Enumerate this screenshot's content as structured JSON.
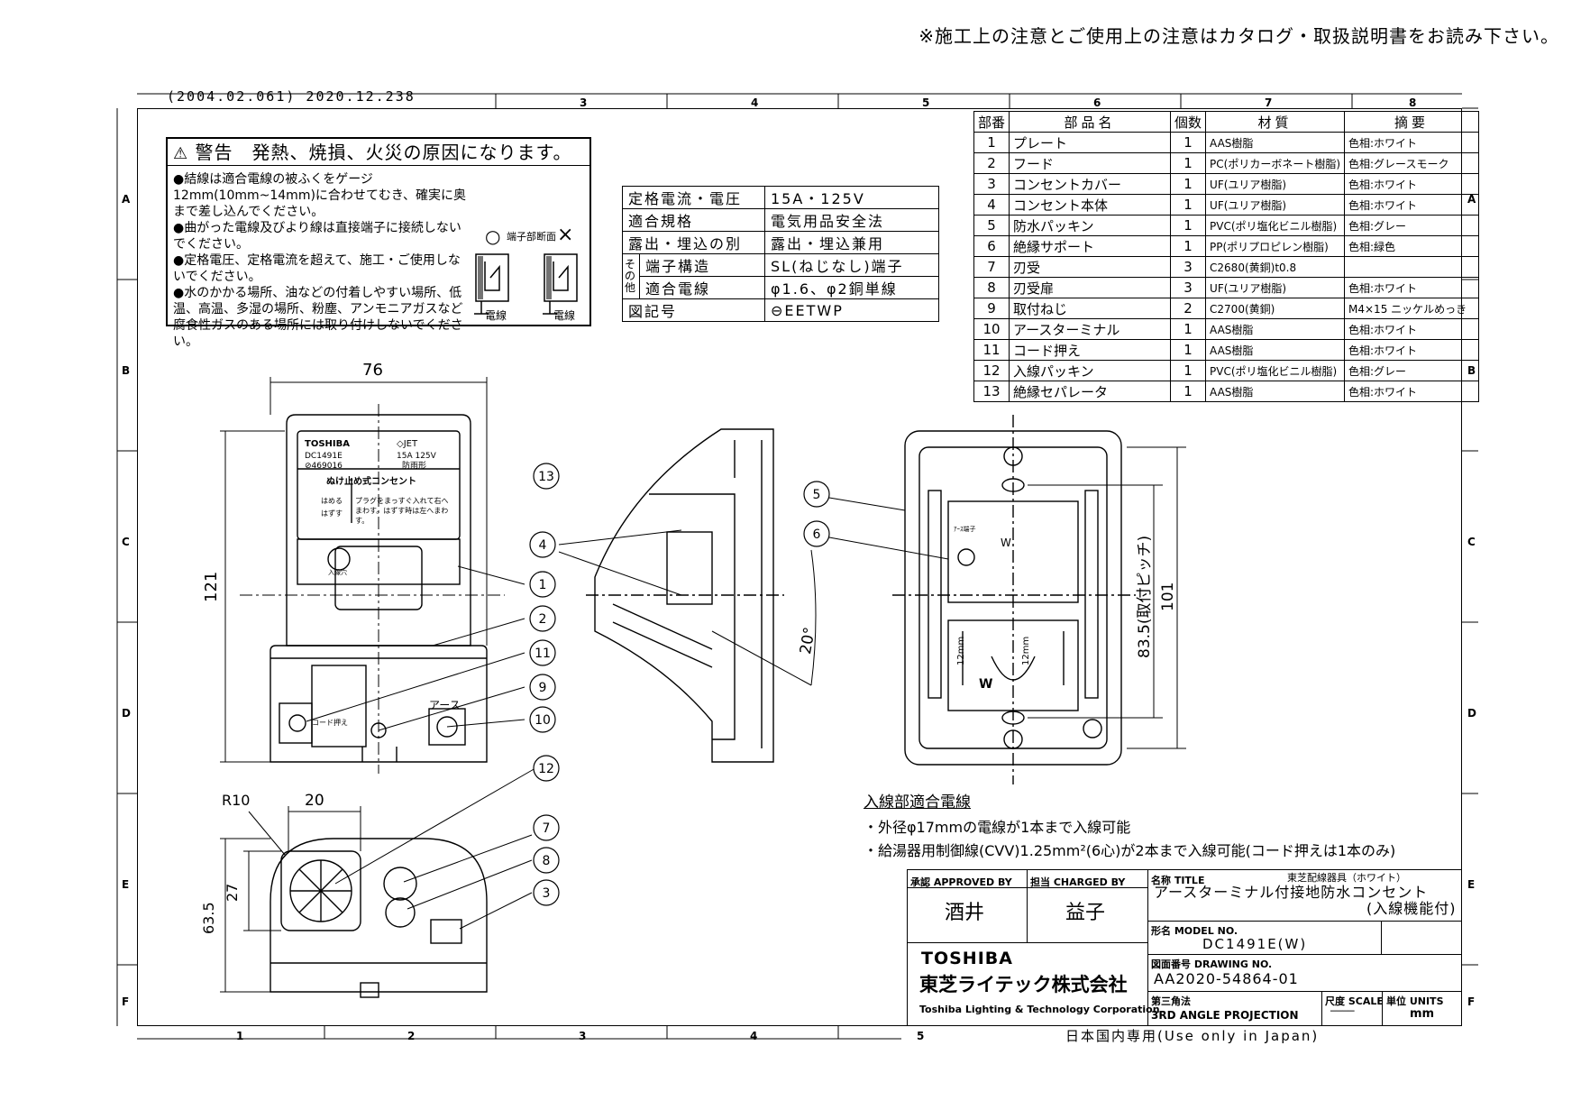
{
  "header": {
    "notice": "※施工上の注意とご使用上の注意はカタログ・取扱説明書をお読み下さい。",
    "revision_numbers": "(2004.02.061) 2020.12.238"
  },
  "zones": {
    "columns_top": [
      "3",
      "4",
      "5",
      "6",
      "7",
      "8"
    ],
    "columns_bottom": [
      "1",
      "2",
      "3",
      "4",
      "5"
    ],
    "rows": [
      "A",
      "B",
      "C",
      "D",
      "E",
      "F"
    ]
  },
  "warning": {
    "title": "警告　発熱、焼損、火災の原因になります。",
    "items": [
      "●結線は適合電線の被ふくをゲージ12mm(10mm~14mm)に合わせてむき、確実に奥まで差し込んでください。",
      "●曲がった電線及びより線は直接端子に接続しないでください。",
      "●定格電圧、定格電流を超えて、施工・ご使用しないでください。",
      "●水のかかる場所、油などの付着しやすい場所、低温、高温、多湿の場所、粉塵、アンモニアガスなど腐食性ガスのある場所には取り付けしないでください。"
    ],
    "terminal_caption": "端子部断面",
    "ok_mark": "○",
    "ng_mark": "×",
    "wire_label": "電線"
  },
  "spec_table": {
    "rows": [
      {
        "label": "定格電流・電圧",
        "value": "15A・125V"
      },
      {
        "label": "適合規格",
        "value": "電気用品安全法"
      },
      {
        "label": "露出・埋込の別",
        "value": "露出・埋込兼用"
      },
      {
        "group": "その他",
        "label": "端子構造",
        "value": "SL(ねじなし)端子"
      },
      {
        "group": "その他",
        "label": "適合電線",
        "value": "φ1.6、φ2銅単線"
      },
      {
        "label": "図記号",
        "value": "⊖EETWP"
      }
    ]
  },
  "parts_table": {
    "headers": [
      "部番",
      "部品名",
      "個数",
      "材質",
      "摘要"
    ],
    "rows": [
      [
        "1",
        "プレート",
        "1",
        "AAS樹脂",
        "色相:ホワイト"
      ],
      [
        "2",
        "フード",
        "1",
        "PC(ポリカーボネート樹脂)",
        "色相:グレースモーク"
      ],
      [
        "3",
        "コンセントカバー",
        "1",
        "UF(ユリア樹脂)",
        "色相:ホワイト"
      ],
      [
        "4",
        "コンセント本体",
        "1",
        "UF(ユリア樹脂)",
        "色相:ホワイト"
      ],
      [
        "5",
        "防水パッキン",
        "1",
        "PVC(ポリ塩化ビニル樹脂)",
        "色相:グレー"
      ],
      [
        "6",
        "絶縁サポート",
        "1",
        "PP(ポリプロピレン樹脂)",
        "色相:緑色"
      ],
      [
        "7",
        "刃受",
        "3",
        "C2680(黄銅)t0.8",
        ""
      ],
      [
        "8",
        "刃受扉",
        "3",
        "UF(ユリア樹脂)",
        "色相:ホワイト"
      ],
      [
        "9",
        "取付ねじ",
        "2",
        "C2700(黄銅)",
        "M4×15 ニッケルめっき"
      ],
      [
        "10",
        "アースターミナル",
        "1",
        "AAS樹脂",
        "色相:ホワイト"
      ],
      [
        "11",
        "コード押え",
        "1",
        "AAS樹脂",
        "色相:ホワイト"
      ],
      [
        "12",
        "入線パッキン",
        "1",
        "PVC(ポリ塩化ビニル樹脂)",
        "色相:グレー"
      ],
      [
        "13",
        "絶縁セパレータ",
        "1",
        "AAS樹脂",
        "色相:ホワイト"
      ]
    ]
  },
  "dimensions": {
    "width": "76",
    "height": "121",
    "pitch": "83.5(取付ピッチ)",
    "inner_height": "101",
    "angle": "20°",
    "radius": "R10",
    "hole_width": "20",
    "hole_height": "27",
    "bottom_depth": "63.5",
    "blade": "12mm"
  },
  "front_label": {
    "brand": "TOSHIBA",
    "model": "DC1491E",
    "cert": "⊘469016",
    "jet": "◇JET",
    "rating": "15A 125V",
    "waterproof": "防雨形",
    "type": "ぬけ止め式コンセント",
    "insert": "はめる",
    "remove": "はずす",
    "instruction": "プラグをまっすぐ入れて右へまわす。はずす時は左へまわす。",
    "inlet": "入線穴",
    "cord": "コード押え",
    "earth": "アース",
    "earth_small": "ｱｰｽ端子",
    "w": "W"
  },
  "callouts": [
    "1",
    "2",
    "3",
    "4",
    "5",
    "6",
    "7",
    "8",
    "9",
    "10",
    "11",
    "12",
    "13"
  ],
  "wiring_notes": {
    "title": "入線部適合電線",
    "line1": "・外径φ17mmの電線が1本まで入線可能",
    "line2": "・給湯器用制御線(CVV)1.25mm²(6心)が2本まで入線可能(コード押えは1本のみ)"
  },
  "title_block": {
    "approved_label": "承認 APPROVED BY",
    "approved_name": "酒井",
    "charged_label": "担当 CHARGED BY",
    "charged_name": "益子",
    "title_label": "名称 TITLE",
    "title_sub": "東芝配線器具（ホワイト）",
    "title_main": "アースターミナル付接地防水コンセント",
    "title_main2": "(入線機能付)",
    "model_label": "形名 MODEL NO.",
    "model_value": "DC1491E(W)",
    "drawing_label": "図面番号 DRAWING NO.",
    "drawing_value": "AA2020-54864-01",
    "projection_label": "第三角法",
    "projection_value": "3RD ANGLE PROJECTION",
    "scale_label": "尺度 SCALE",
    "scale_value": "────",
    "units_label": "単位 UNITS",
    "units_value": "mm",
    "company_en_logo": "TOSHIBA",
    "company_jp": "東芝ライテック株式会社",
    "company_en": "Toshiba Lighting & Technology Corporation",
    "domestic": "日本国内専用(Use only in Japan)"
  }
}
